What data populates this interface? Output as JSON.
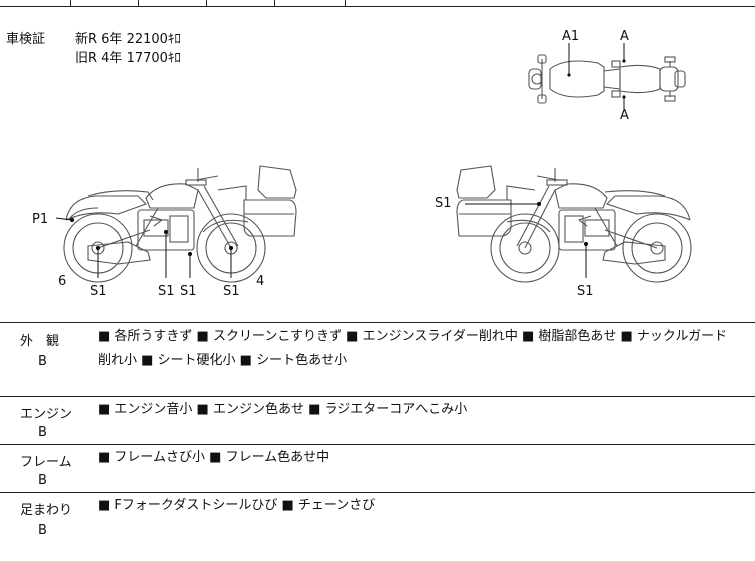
{
  "inspection": {
    "label": "車検証",
    "new_line": "新R  6年  22100ｷﾛ",
    "old_line": "旧R  4年  17700ｷﾛ"
  },
  "callouts": {
    "top_a1": "A1",
    "top_a_upper": "A",
    "top_a_lower": "A",
    "left_p1": "P1",
    "left_6": "6",
    "left_s1_a": "S1",
    "left_s1_b": "S1",
    "left_s1_c": "S1",
    "left_s1_d": "S1",
    "left_4": "4",
    "right_s1_top": "S1",
    "right_s1_bottom": "S1"
  },
  "sections": [
    {
      "label": "外　観",
      "grade": "B",
      "lines": [
        "■ 各所うすきず ■ スクリーンこすりきず ■ エンジンスライダー削れ中 ■ 樹脂部色あせ ■ ナックルガード",
        "削れ小 ■ シート硬化小 ■ シート色あせ小"
      ]
    },
    {
      "label": "エンジン",
      "grade": "B",
      "lines": [
        "■ エンジン音小 ■ エンジン色あせ ■ ラジエターコアへこみ小"
      ]
    },
    {
      "label": "フレーム",
      "grade": "B",
      "lines": [
        "■ フレームさび小 ■ フレーム色あせ中"
      ]
    },
    {
      "label": "足まわり",
      "grade": "B",
      "lines": [
        "■ Fフォークダストシールひび ■ チェーンさび"
      ]
    }
  ]
}
